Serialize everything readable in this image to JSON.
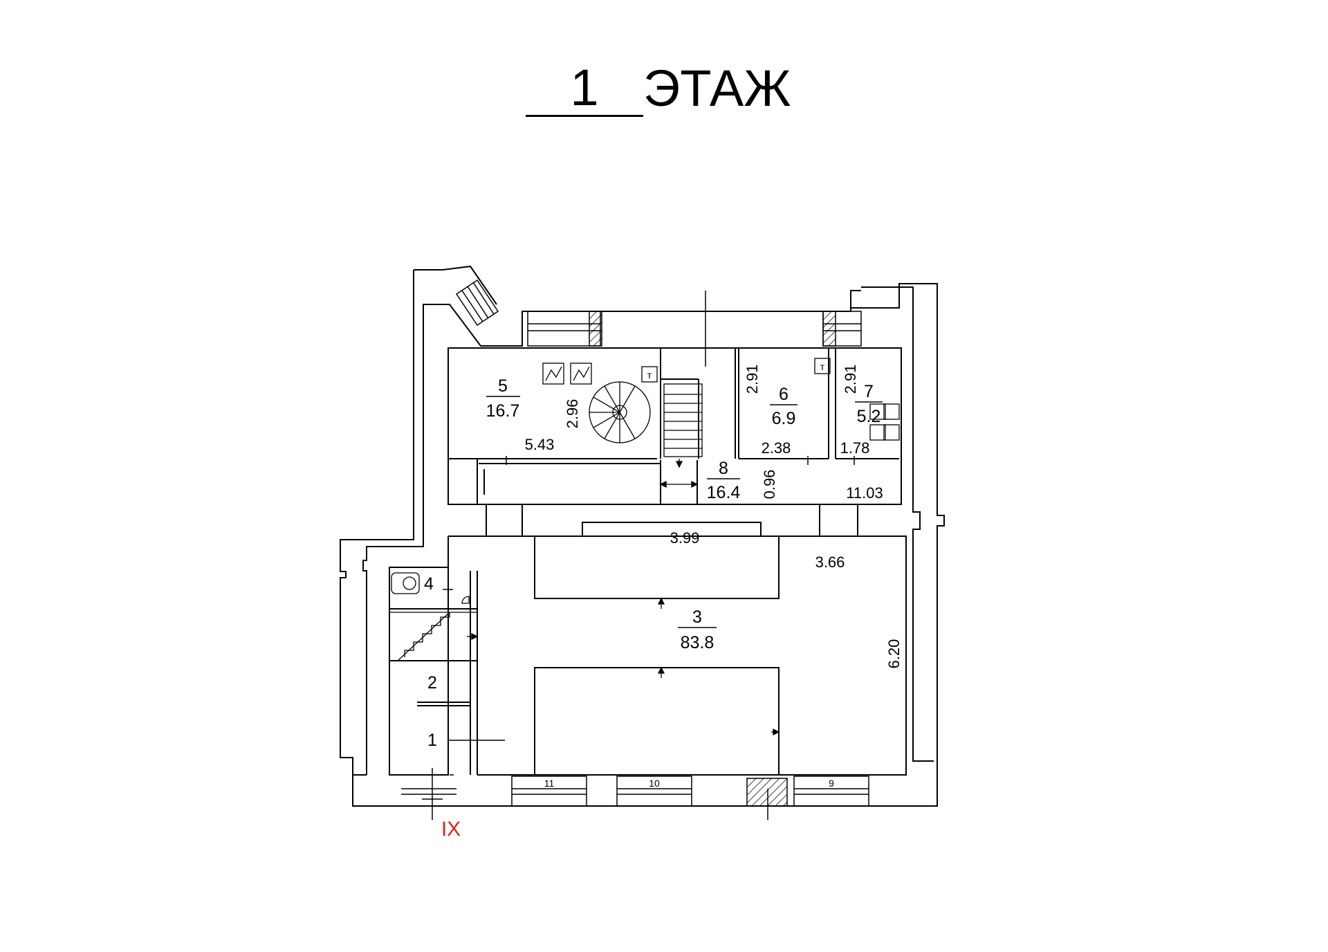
{
  "title": {
    "number": "1",
    "word": "ЭТАЖ"
  },
  "rooms": [
    {
      "id": "5",
      "area": "16.7"
    },
    {
      "id": "6",
      "area": "6.9"
    },
    {
      "id": "7",
      "area": "5.2"
    },
    {
      "id": "8",
      "area": "16.4"
    },
    {
      "id": "3",
      "area": "83.8"
    },
    {
      "id": "4"
    },
    {
      "id": "2"
    },
    {
      "id": "1"
    }
  ],
  "dimensions": [
    "5.43",
    "2.96",
    "2.91",
    "2.38",
    "2.91",
    "1.78",
    "0.96",
    "11.03",
    "3.99",
    "3.66",
    "6.20"
  ],
  "window_numbers": [
    "11",
    "10",
    "9"
  ],
  "section_mark": "IX",
  "colors": {
    "line": "#000000",
    "section_mark": "#e02020"
  }
}
